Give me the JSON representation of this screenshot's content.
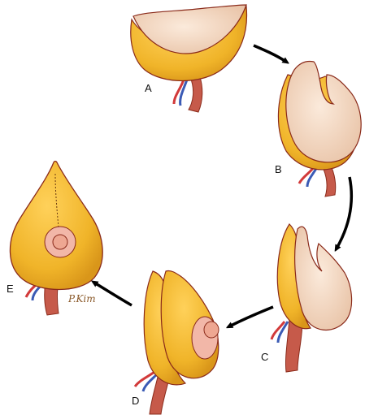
{
  "labels": {
    "a": "A",
    "b": "B",
    "c": "C",
    "d": "D",
    "e": "E"
  },
  "signature": "P.Kim",
  "colors": {
    "skin_flap": "#f6ddc9",
    "skin_shadow": "#e8bfa3",
    "fat": "#f0b429",
    "fat_dark": "#c98a12",
    "outline": "#8a2a1a",
    "muscle": "#c65a4a",
    "artery": "#d23a3a",
    "vein": "#3b5bb5",
    "areola": "#f2b7a8",
    "nipple": "#eea792",
    "arrow": "#000000"
  }
}
